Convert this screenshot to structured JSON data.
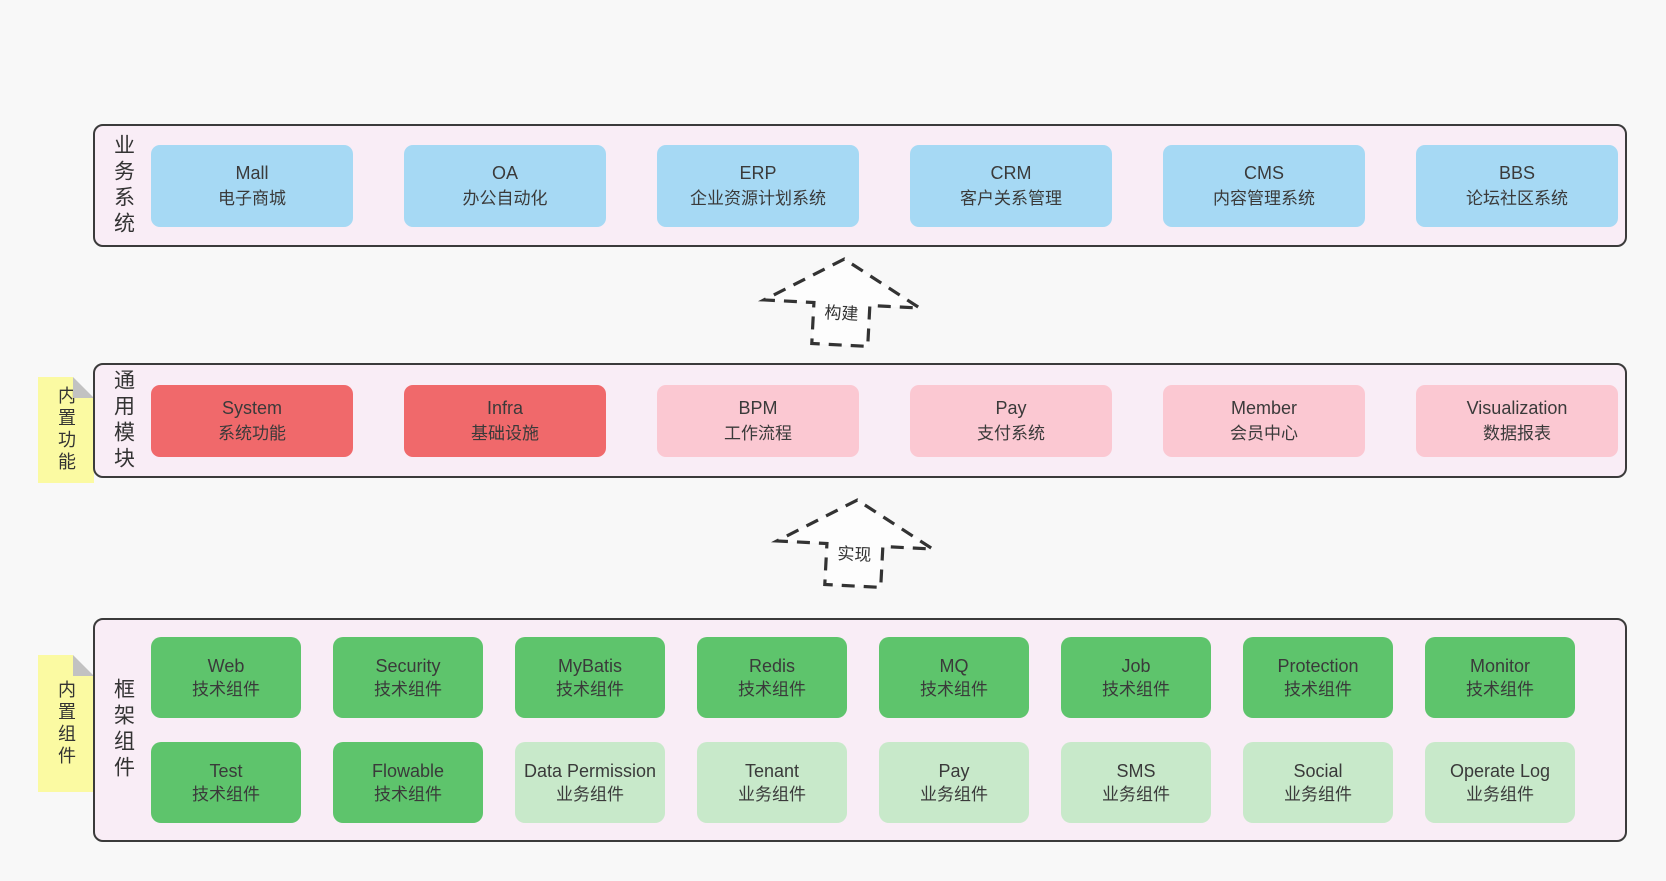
{
  "colors": {
    "page_bg": "#f8f8f8",
    "section_bg": "#f9edf6",
    "section_border": "#3b3b3b",
    "blue_box": "#a6d9f4",
    "red_box": "#f0696b",
    "pink_box": "#fbc8d2",
    "green_box": "#5ec46c",
    "light_green_box": "#c8e9ca",
    "tab_bg": "#fbfaa2",
    "tab_fold": "#c2c2c2",
    "text": "#3a3a3a"
  },
  "business": {
    "label": "业务系统",
    "items": [
      {
        "en": "Mall",
        "zh": "电子商城"
      },
      {
        "en": "OA",
        "zh": "办公自动化"
      },
      {
        "en": "ERP",
        "zh": "企业资源计划系统"
      },
      {
        "en": "CRM",
        "zh": "客户关系管理"
      },
      {
        "en": "CMS",
        "zh": "内容管理系统"
      },
      {
        "en": "BBS",
        "zh": "论坛社区系统"
      }
    ]
  },
  "arrows": {
    "build": "构建",
    "implement": "实现"
  },
  "common": {
    "label": "通用模块",
    "tab": "内置功能",
    "items": [
      {
        "en": "System",
        "zh": "系统功能"
      },
      {
        "en": "Infra",
        "zh": "基础设施"
      },
      {
        "en": "BPM",
        "zh": "工作流程"
      },
      {
        "en": "Pay",
        "zh": "支付系统"
      },
      {
        "en": "Member",
        "zh": "会员中心"
      },
      {
        "en": "Visualization",
        "zh": "数据报表"
      }
    ]
  },
  "framework": {
    "label": "框架组件",
    "tab": "内置组件",
    "row1": [
      {
        "en": "Web",
        "zh": "技术组件"
      },
      {
        "en": "Security",
        "zh": "技术组件"
      },
      {
        "en": "MyBatis",
        "zh": "技术组件"
      },
      {
        "en": "Redis",
        "zh": "技术组件"
      },
      {
        "en": "MQ",
        "zh": "技术组件"
      },
      {
        "en": "Job",
        "zh": "技术组件"
      },
      {
        "en": "Protection",
        "zh": "技术组件"
      },
      {
        "en": "Monitor",
        "zh": "技术组件"
      }
    ],
    "row2": [
      {
        "en": "Test",
        "zh": "技术组件"
      },
      {
        "en": "Flowable",
        "zh": "技术组件"
      },
      {
        "en": "Data Permission",
        "zh": "业务组件"
      },
      {
        "en": "Tenant",
        "zh": "业务组件"
      },
      {
        "en": "Pay",
        "zh": "业务组件"
      },
      {
        "en": "SMS",
        "zh": "业务组件"
      },
      {
        "en": "Social",
        "zh": "业务组件"
      },
      {
        "en": "Operate Log",
        "zh": "业务组件"
      }
    ]
  }
}
